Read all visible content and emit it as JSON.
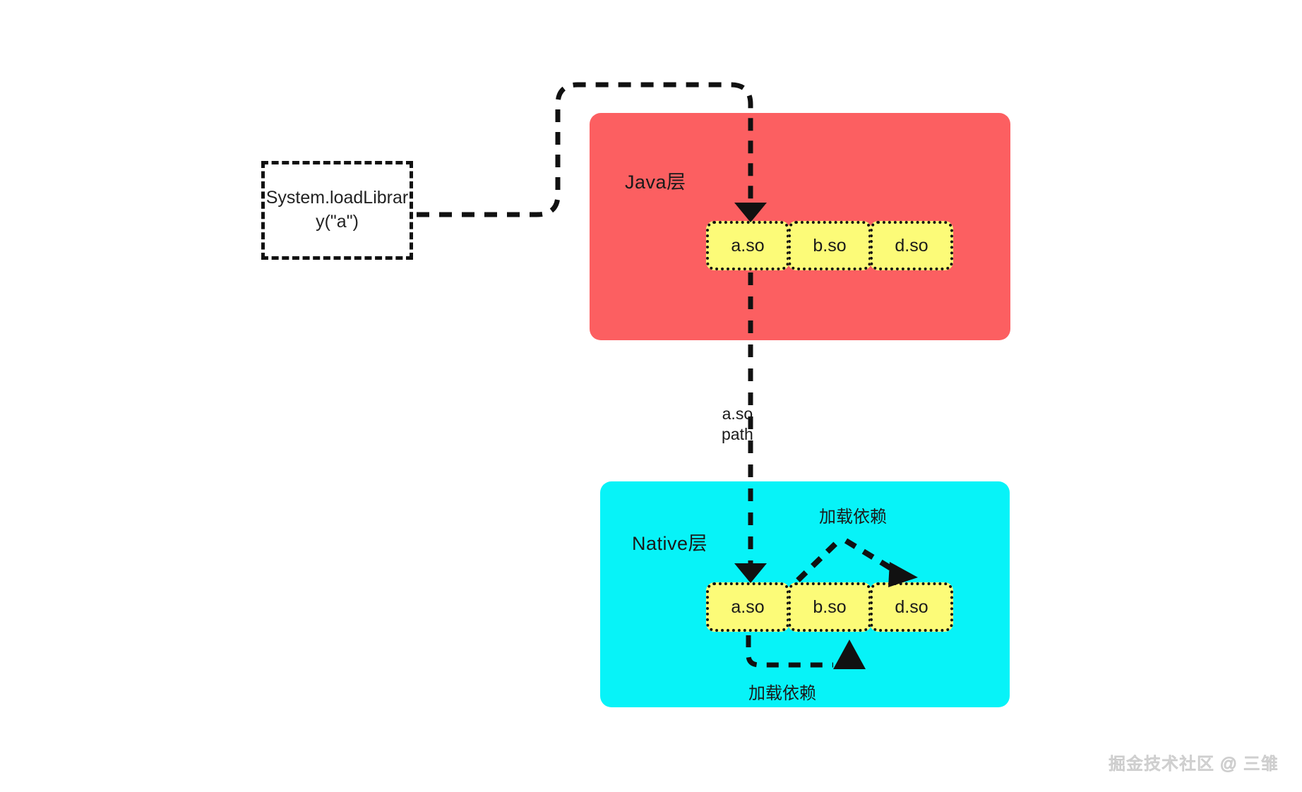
{
  "diagram": {
    "title": "Android so library loading: Java layer to Native layer",
    "colors": {
      "java_layer_bg": "#FC5F61",
      "native_layer_bg": "#07F3F8",
      "so_box_bg": "#FCFB78",
      "line": "#111111",
      "watermark": "#d8d8d8"
    },
    "callout": {
      "text": "System.loadLibrary(\"a\")"
    },
    "layers": [
      {
        "id": "java",
        "title": "Java层",
        "modules": [
          {
            "label": "a.so"
          },
          {
            "label": "b.so"
          },
          {
            "label": "d.so"
          }
        ]
      },
      {
        "id": "native",
        "title": "Native层",
        "modules": [
          {
            "label": "a.so"
          },
          {
            "label": "b.so"
          },
          {
            "label": "d.so"
          }
        ]
      }
    ],
    "edges": {
      "java_to_native_label": "a.so\npath",
      "dependency_top_label": "加载依赖",
      "dependency_bottom_label": "加载依赖"
    },
    "watermark": "掘金技术社区 @ 三雏"
  }
}
